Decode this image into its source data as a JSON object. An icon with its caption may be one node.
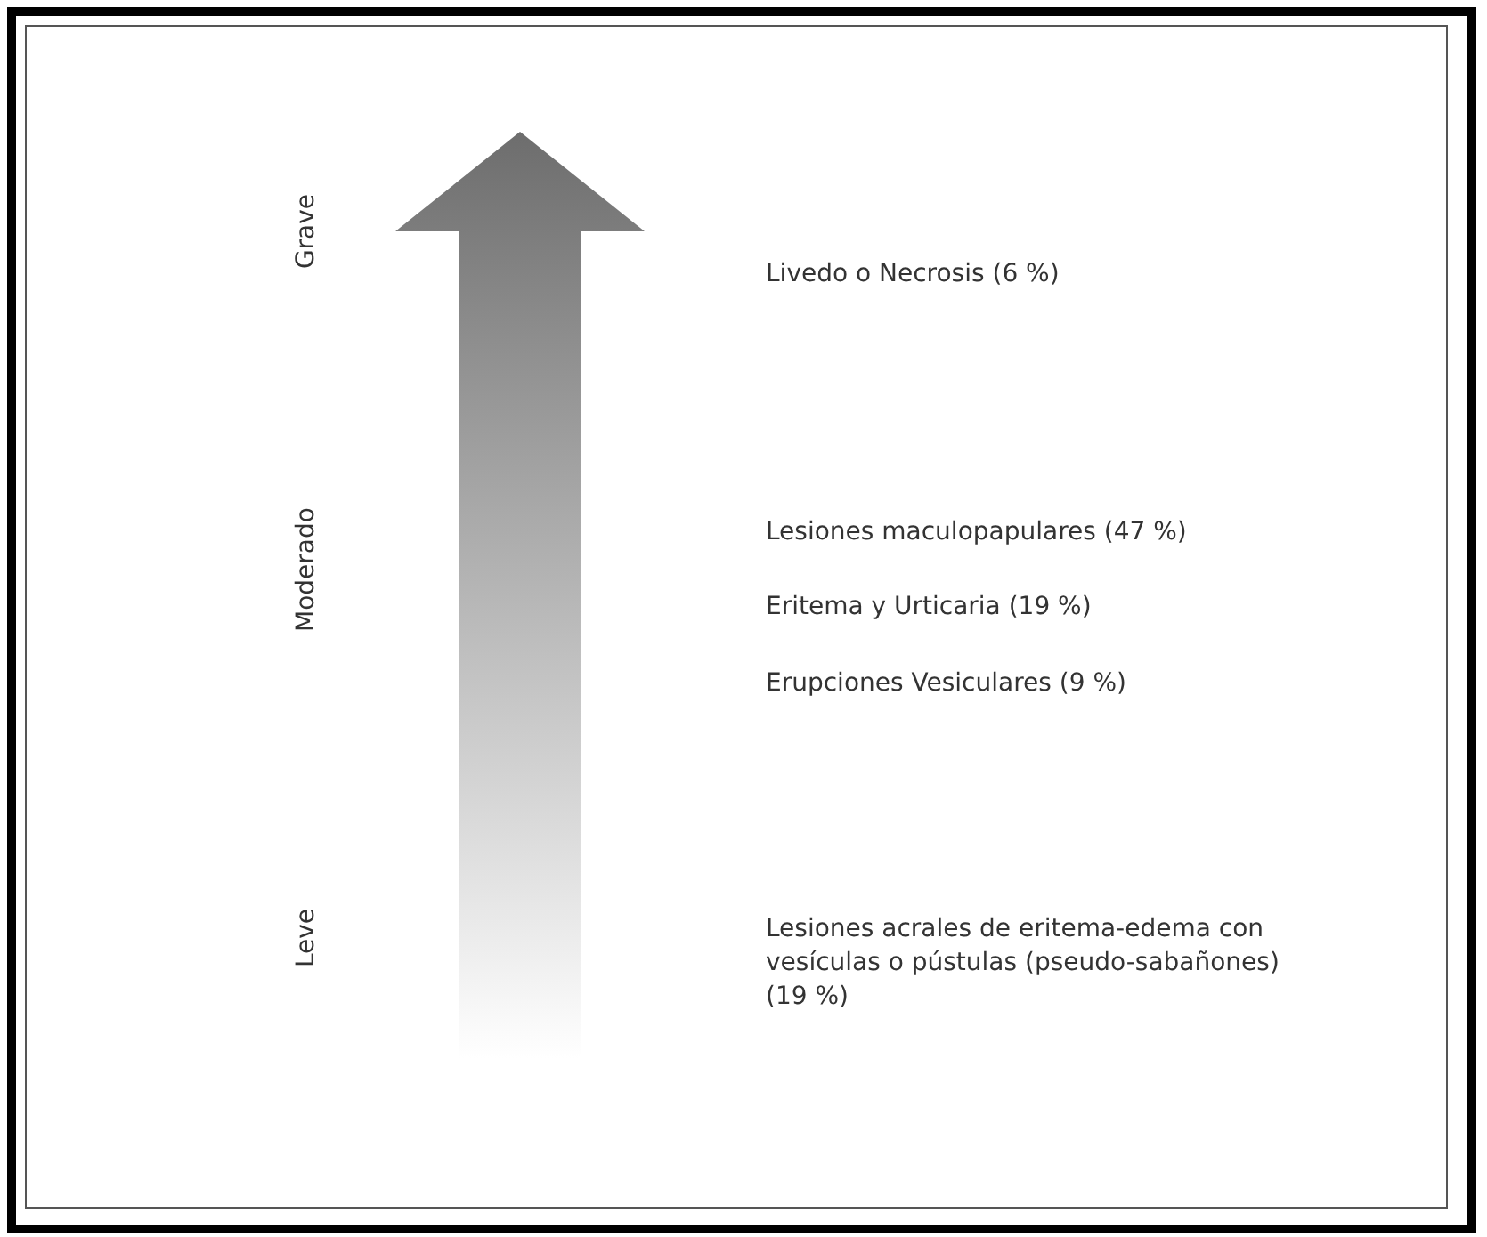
{
  "diagram": {
    "labels": [
      "Grave",
      "Livedo o Necrosis (6 %)",
      "Moderado",
      "Lesiones maculopapulares (47 %)",
      "Eritema y Urticaria (19 %)",
      "Erupciones Vesiculares (9 %)",
      "Leve",
      "Lesiones acrales de eritema-edema con vesículas o pústulas (pseudo-sabañones) (19 %)"
    ]
  }
}
